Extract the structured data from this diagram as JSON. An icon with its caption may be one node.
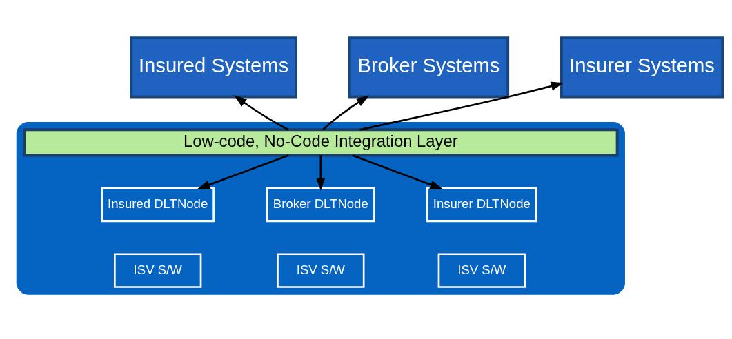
{
  "diagram": {
    "nodes": [
      {
        "text": [
          "Insured Systems"
        ]
      },
      {
        "text": [
          "Broker Systems"
        ]
      },
      {
        "text": [
          "Insurer Systems"
        ]
      },
      {
        "text": [],
        "shape": "cloud"
      },
      {
        "text": [
          "Low-code, No-Code Integration Layer"
        ],
        "in": 3
      },
      {
        "text": [
          "Insured DLTNode"
        ],
        "in": 3
      },
      {
        "text": [
          "ISV S/W"
        ],
        "in": 3
      },
      {
        "text": [
          "Broker DLTNode"
        ],
        "in": 3
      },
      {
        "text": [
          "ISV S/W"
        ],
        "in": 3
      },
      {
        "text": [
          "Insurer DLTNode"
        ],
        "in": 3
      },
      {
        "text": [
          "ISV S/W"
        ],
        "in": 3
      }
    ],
    "edges": [
      {
        "from": 4,
        "to": 0,
        "arrow": "to"
      },
      {
        "from": 4,
        "to": 5,
        "arrow": "to"
      },
      {
        "from": 4,
        "to": 1,
        "arrow": "to"
      },
      {
        "from": 4,
        "to": 7,
        "arrow": "to"
      },
      {
        "from": 4,
        "to": 2,
        "arrow": "to"
      },
      {
        "from": 4,
        "to": 9,
        "arrow": "to"
      }
    ]
  }
}
